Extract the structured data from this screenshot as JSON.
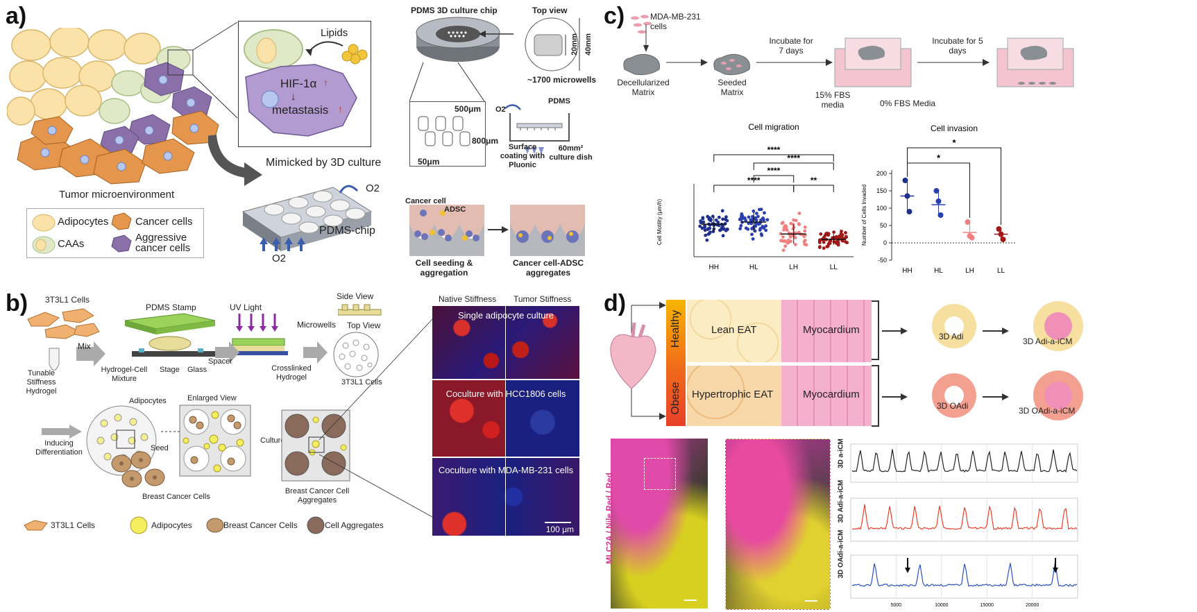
{
  "panels": {
    "a": "a)",
    "b": "b)",
    "c": "c)",
    "d": "d)"
  },
  "panel_a": {
    "lipids": "Lipids",
    "hif": "HIF-1α",
    "arrow_down": "↓",
    "metastasis": "metastasis",
    "mimicked": "Mimicked by 3D culture",
    "tme": "Tumor microenvironment",
    "o2": "O2",
    "pdms_chip": "PDMS-chip",
    "legend": {
      "adipocytes": "Adipocytes",
      "cancer_cells": "Cancer cells",
      "caas": "CAAs",
      "aggressive": "Aggressive cancer cells"
    },
    "chip_title": "PDMS 3D culture chip",
    "top_view": "Top view",
    "dim_40": "40mm",
    "dim_20": "20mm",
    "microwells": "~1700 microwells",
    "d500": "500μm",
    "d800": "800μm",
    "d50": "50μm",
    "pdms": "PDMS",
    "surface": "Surface coating with Pluonic",
    "dish": "60mm² culture dish",
    "cancer_cell": "Cancer cell",
    "adsc": "ADSC",
    "seeding": "Cell seeding & aggregation",
    "aggregates": "Cancer cell-ADSC aggregates"
  },
  "panel_b": {
    "cells_3t3": "3T3L1 Cells",
    "pdms_stamp": "PDMS Stamp",
    "uv": "UV Light",
    "side_view": "Side View",
    "microwells": "Microwells",
    "top_view": "Top View",
    "mix": "Mix",
    "tunable": "Tunable Stiffness Hydrogel",
    "hydrogel_cell": "Hydrogel-Cell Mixture",
    "stage": "Stage",
    "glass": "Glass",
    "spacer": "Spacer",
    "crosslinked": "Crosslinked Hydrogel",
    "cells_3t3_2": "3T3L1 Cells",
    "adipocytes": "Adipocytes",
    "enlarged": "Enlarged View",
    "inducing": "Inducing Differentiation",
    "seed": "Seed",
    "culture": "Culture",
    "bcc": "Breast Cancer Cells",
    "bcca": "Breast Cancer Cell Aggregates",
    "legend": {
      "l1": "3T3L1 Cells",
      "l2": "Adipocytes",
      "l3": "Breast Cancer Cells",
      "l4": "Cell Aggregates"
    },
    "native": "Native Stiffness",
    "tumor": "Tumor Stiffness",
    "img1": "Single adipocyte culture",
    "img2": "Coculture with HCC1806 cells",
    "img3": "Coculture with MDA-MB-231 cells",
    "scale": "100 μm"
  },
  "panel_c": {
    "mda": "MDA-MB-231 cells",
    "decell": "Decellularized Matrix",
    "seeded": "Seeded Matrix",
    "incubate7": "Incubate for 7 days",
    "incubate5": "Incubate for 5 days",
    "fbs15": "15% FBS media",
    "fbs0": "0% FBS Media"
  },
  "panel_d": {
    "healthy": "Healthy",
    "obese": "Obese",
    "lean": "Lean EAT",
    "hyper": "Hypertrophic EAT",
    "myo1": "Myocardium",
    "myo2": "Myocardium",
    "adi": "3D Adi",
    "adi_icm": "3D Adi-a-iCM",
    "oadi": "3D OAdi",
    "oadi_icm": "3D OAdi-a-iCM",
    "stain_label": "MLC2A / Nile Red / Red",
    "trace1": "3D a-iCM",
    "trace2": "3D Adi-a-iCM",
    "trace3": "3D OAdi-a-iCM",
    "trace_ticks": [
      "5000",
      "10000",
      "15000",
      "20000"
    ]
  },
  "chart_data": [
    {
      "type": "scatter",
      "title": "Cell migration",
      "ylabel": "Cell Motility (μm/h)",
      "categories": [
        "HH",
        "HL",
        "LH",
        "LL"
      ],
      "ylim": [
        0,
        3.2
      ],
      "means": [
        1.5,
        1.6,
        1.05,
        0.8
      ],
      "sd": [
        0.35,
        0.45,
        0.45,
        0.25
      ],
      "colors": [
        "#1f2f8c",
        "#2a3fb0",
        "#f08080",
        "#a01818"
      ],
      "significance": [
        {
          "pair": [
            "HH",
            "LH"
          ],
          "label": "****"
        },
        {
          "pair": [
            "HH",
            "LL"
          ],
          "label": "****"
        },
        {
          "pair": [
            "HL",
            "LL"
          ],
          "label": "****"
        },
        {
          "pair": [
            "HL",
            "LH"
          ],
          "label": "****"
        },
        {
          "pair": [
            "LH",
            "LL"
          ],
          "label": "**"
        }
      ]
    },
    {
      "type": "scatter",
      "title": "Cell invasion",
      "ylabel": "Number of Cells Invaded",
      "categories": [
        "HH",
        "HL",
        "LH",
        "LL"
      ],
      "yticks": [
        -50,
        0,
        50,
        100,
        150,
        200
      ],
      "ylim": [
        -50,
        210
      ],
      "points": [
        [
          180,
          135,
          90
        ],
        [
          150,
          120,
          80
        ],
        [
          60,
          20,
          15
        ],
        [
          40,
          25,
          10
        ]
      ],
      "means": [
        135,
        110,
        30,
        25
      ],
      "colors": [
        "#1f2f8c",
        "#2a3fb0",
        "#f08080",
        "#a01818"
      ],
      "significance": [
        {
          "pair": [
            "HH",
            "LL"
          ],
          "label": "*"
        },
        {
          "pair": [
            "HH",
            "LH"
          ],
          "label": "*"
        }
      ]
    }
  ]
}
